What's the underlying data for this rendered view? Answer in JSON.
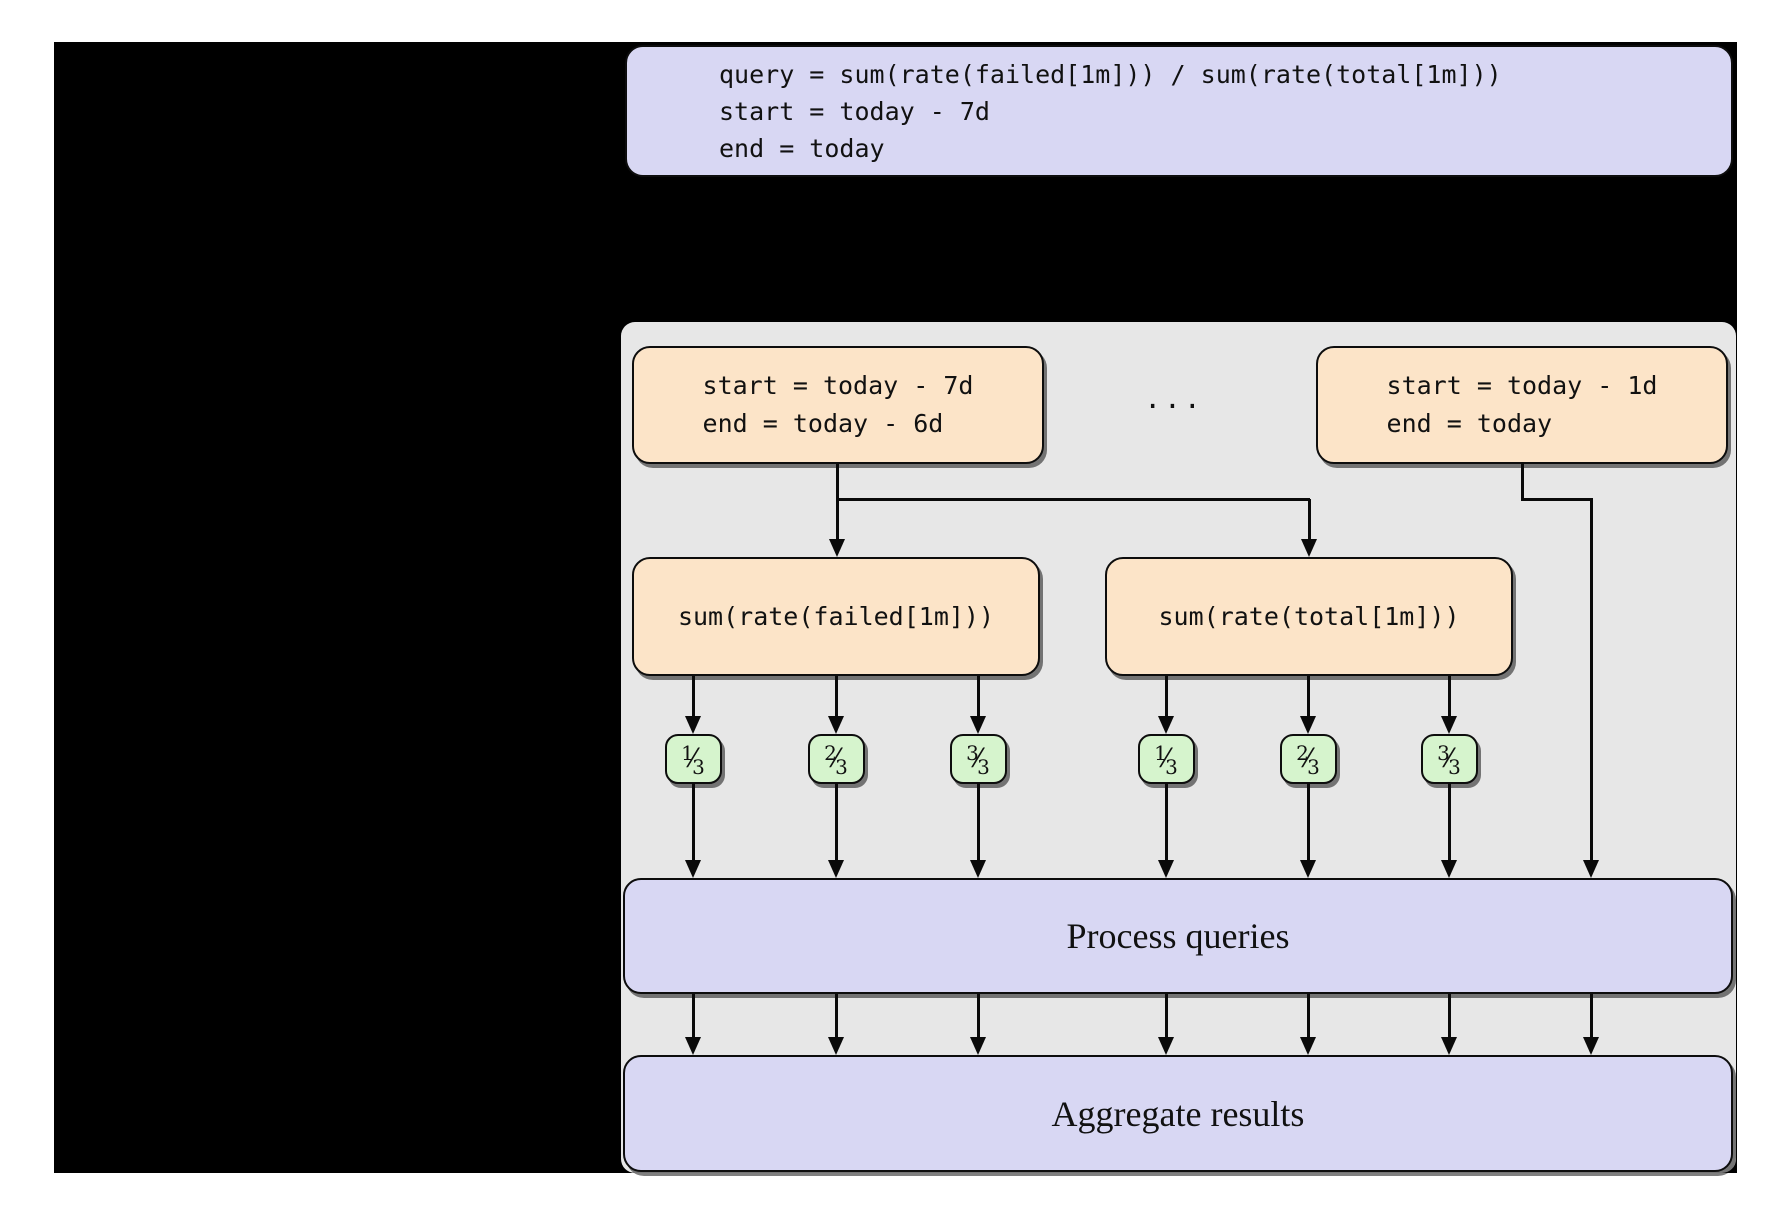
{
  "colors": {
    "page_background": "#ffffff",
    "panel_black": "#000000",
    "container_gray": "#e7e7e7",
    "box_lavender": "#d8d7f3",
    "box_peach": "#fce4c8",
    "chip_green": "#d6f4cd",
    "line_black": "#0a0a0a"
  },
  "query_spec_box": {
    "lines": [
      "query = sum(rate(failed[1m])) / sum(rate(total[1m]))",
      "start = today - 7d",
      "end = today"
    ]
  },
  "split_panel": {
    "interval_first": {
      "line1": "start = today - 7d",
      "line2": "end = today - 6d"
    },
    "interval_last": {
      "line1": "start = today - 1d",
      "line2": "end = today"
    },
    "ellipsis": "...",
    "query_failed": "sum(rate(failed[1m]))",
    "query_total": "sum(rate(total[1m]))",
    "fraction_slash": "⁄",
    "shards": [
      {
        "num": "1",
        "den": "3"
      },
      {
        "num": "2",
        "den": "3"
      },
      {
        "num": "3",
        "den": "3"
      },
      {
        "num": "1",
        "den": "3"
      },
      {
        "num": "2",
        "den": "3"
      },
      {
        "num": "3",
        "den": "3"
      }
    ],
    "process_label": "Process queries",
    "aggregate_label": "Aggregate results"
  }
}
